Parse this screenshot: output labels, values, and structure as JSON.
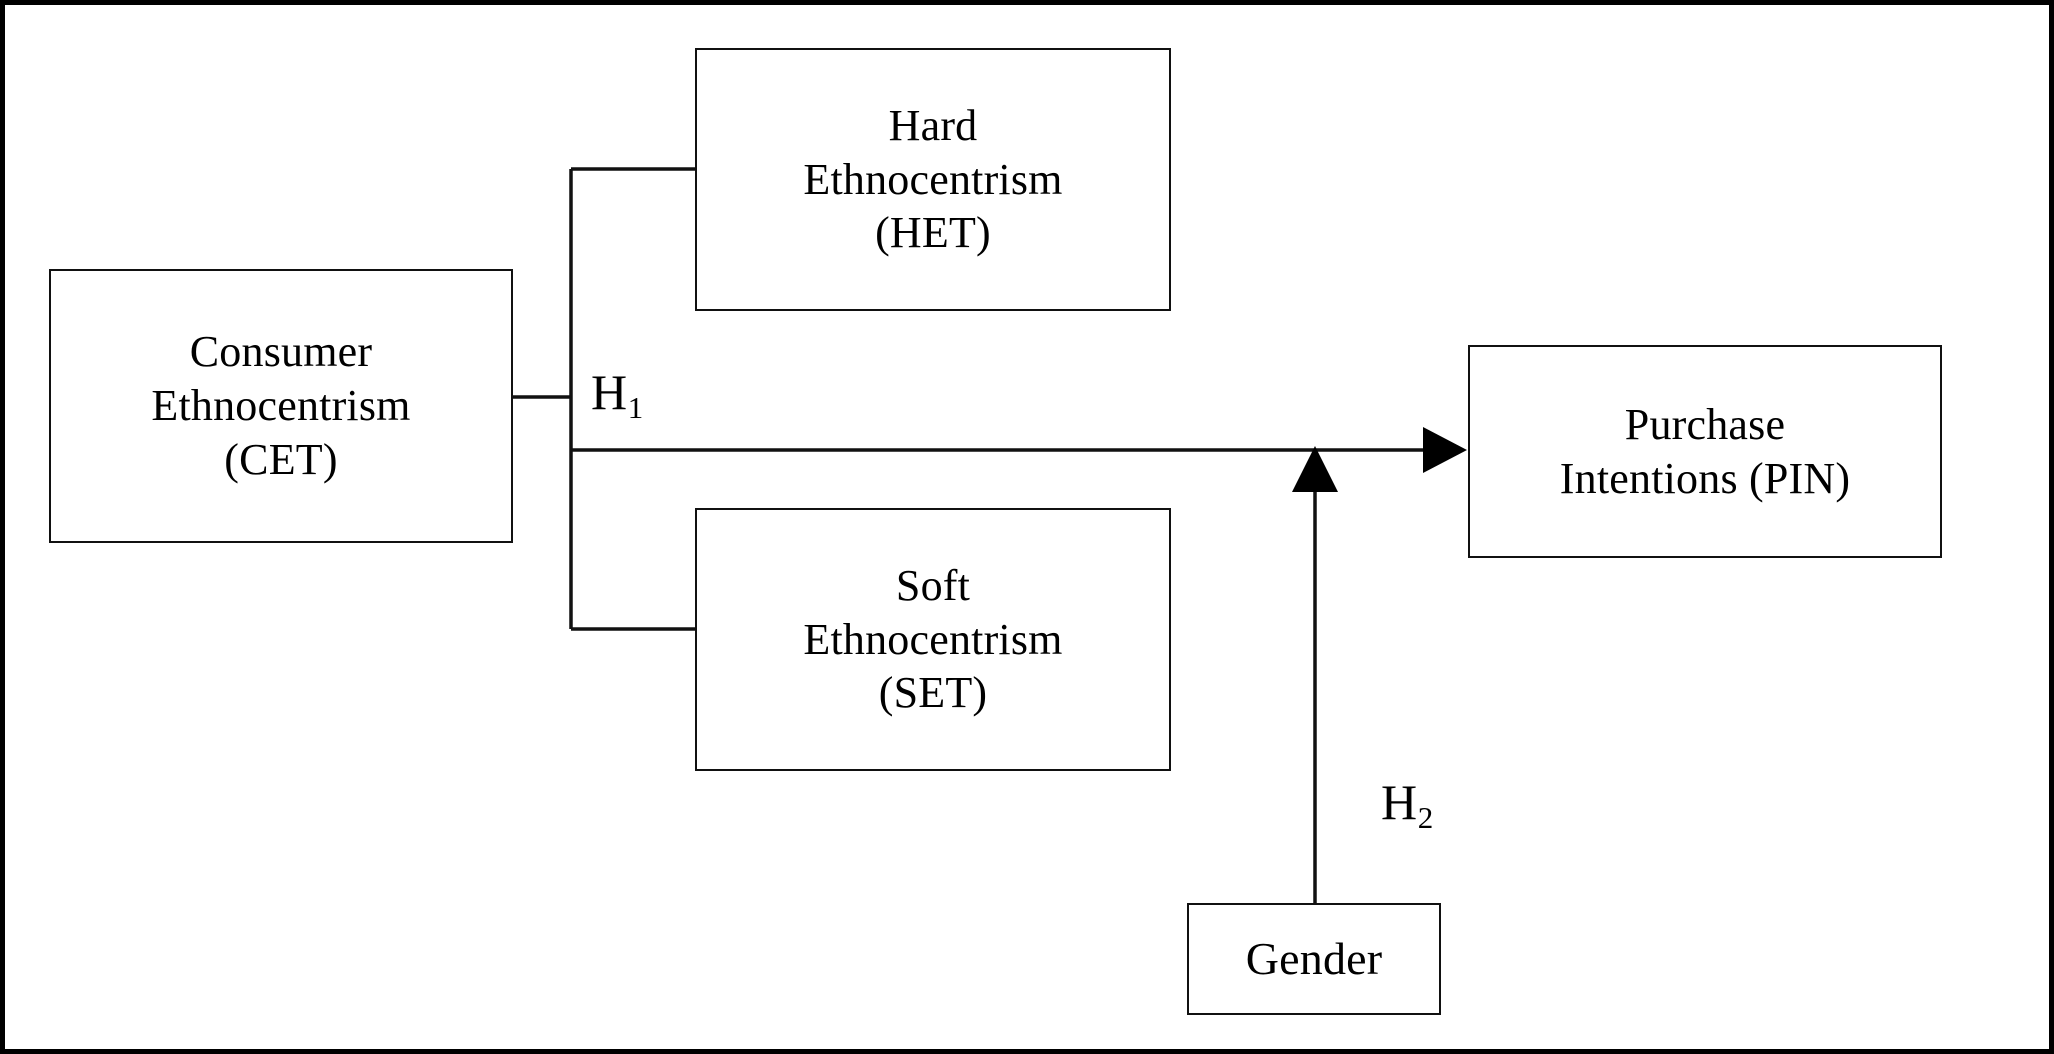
{
  "figure": {
    "type": "conceptual-model-diagram",
    "domain": "Diagram",
    "background_color": "#ffffff",
    "line_color": "#000000",
    "frame_border_color": "#000000"
  },
  "nodes": {
    "cet": {
      "id": "cet",
      "label": "Consumer Ethnocentrism (CET)",
      "lines": [
        "Consumer",
        "Ethnocentrism",
        "(CET)"
      ],
      "role": "independent-variable"
    },
    "het": {
      "id": "het",
      "label": "Hard Ethnocentrism (HET)",
      "lines": [
        "Hard",
        "Ethnocentrism",
        "(HET)"
      ],
      "role": "dimension"
    },
    "set": {
      "id": "set",
      "label": "Soft Ethnocentrism (SET)",
      "lines": [
        "Soft",
        "Ethnocentrism",
        "(SET)"
      ],
      "role": "dimension"
    },
    "pin": {
      "id": "pin",
      "label": "Purchase Intentions (PIN)",
      "lines": [
        "Purchase",
        "Intentions (PIN)"
      ],
      "role": "dependent-variable"
    },
    "gender": {
      "id": "gender",
      "label": "Gender",
      "lines": [
        "Gender"
      ],
      "role": "moderator"
    }
  },
  "hypotheses": [
    {
      "id": "h1",
      "text": "H",
      "subscript": "1",
      "full": "H1",
      "relates": "CET -> PIN"
    },
    {
      "id": "h2",
      "text": "H",
      "subscript": "2",
      "full": "H2",
      "relates": "Gender -> PIN"
    }
  ],
  "connectors": [
    {
      "id": "cet-split",
      "from": "cet",
      "to": "split-node",
      "type": "line",
      "arrow": false
    },
    {
      "id": "split-het",
      "from": "split-node",
      "to": "het",
      "type": "line",
      "arrow": false
    },
    {
      "id": "split-set",
      "from": "split-node",
      "to": "set",
      "type": "line",
      "arrow": false
    },
    {
      "id": "cet-pin",
      "from": "split-node",
      "to": "pin",
      "type": "arrow",
      "arrow": true,
      "label": "H1"
    },
    {
      "id": "gender-pin",
      "from": "gender",
      "to": "cet-pin-path",
      "type": "arrow",
      "arrow": true,
      "label": "H2"
    }
  ]
}
